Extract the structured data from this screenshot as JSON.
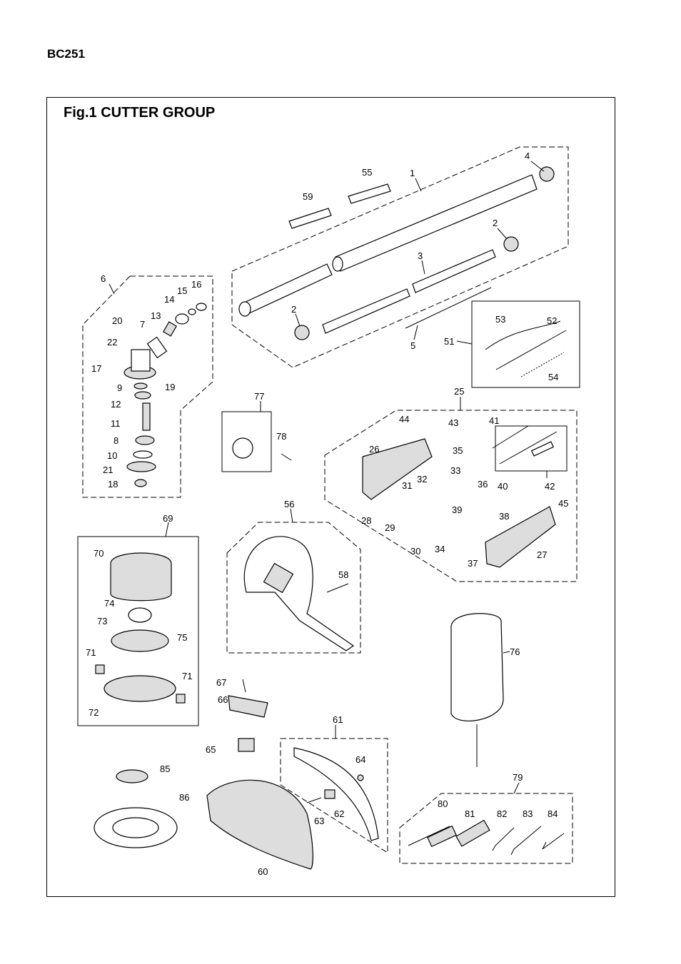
{
  "model": "BC251",
  "figure_title": "Fig.1  CUTTER GROUP",
  "part_labels": [
    "1",
    "2",
    "2",
    "3",
    "4",
    "5",
    "6",
    "7",
    "8",
    "9",
    "10",
    "11",
    "12",
    "13",
    "14",
    "15",
    "16",
    "17",
    "18",
    "19",
    "20",
    "21",
    "22",
    "25",
    "26",
    "27",
    "28",
    "29",
    "30",
    "31",
    "32",
    "33",
    "34",
    "35",
    "36",
    "37",
    "38",
    "39",
    "40",
    "41",
    "42",
    "43",
    "44",
    "45",
    "51",
    "52",
    "53",
    "54",
    "55",
    "56",
    "58",
    "59",
    "60",
    "61",
    "62",
    "63",
    "64",
    "65",
    "66",
    "67",
    "69",
    "70",
    "71",
    "71",
    "72",
    "73",
    "74",
    "75",
    "76",
    "77",
    "78",
    "79",
    "80",
    "81",
    "82",
    "83",
    "84",
    "85",
    "86"
  ]
}
